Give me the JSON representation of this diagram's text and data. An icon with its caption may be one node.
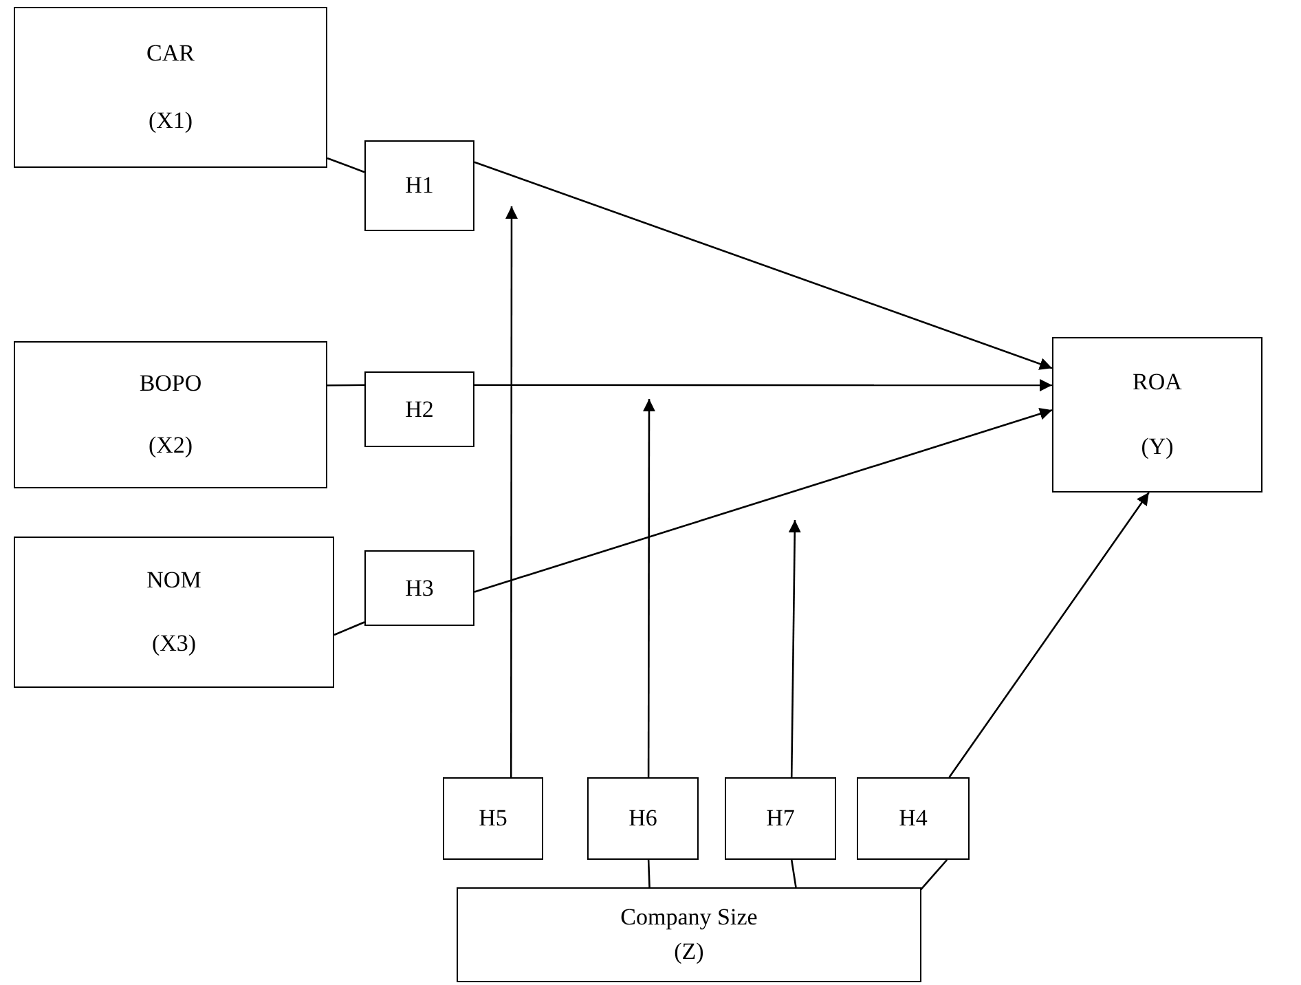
{
  "diagram": {
    "nodes": [
      {
        "text": [
          "CAR",
          "(X1)"
        ]
      },
      {
        "text": [
          "H1"
        ]
      },
      {
        "text": [
          "BOPO",
          "(X2)"
        ]
      },
      {
        "text": [
          "H2"
        ]
      },
      {
        "text": [
          "NOM",
          "(X3)"
        ]
      },
      {
        "text": [
          "H3"
        ]
      },
      {
        "text": [
          "ROA",
          "(Y)"
        ]
      },
      {
        "text": [
          "H5"
        ]
      },
      {
        "text": [
          "H6"
        ]
      },
      {
        "text": [
          "H7"
        ]
      },
      {
        "text": [
          "H4"
        ]
      },
      {
        "text": [
          "Company Size",
          "(Z)"
        ]
      }
    ],
    "edges": [
      {
        "from": 0,
        "to": 1,
        "arrow": "none"
      },
      {
        "from": 1,
        "to": 6,
        "arrow": "to"
      },
      {
        "from": 2,
        "to": 3,
        "arrow": "none"
      },
      {
        "from": 3,
        "to": 6,
        "arrow": "to"
      },
      {
        "from": 4,
        "to": 5,
        "arrow": "none"
      },
      {
        "from": 5,
        "to": 6,
        "arrow": "to"
      },
      {
        "from": 7,
        "to": null,
        "arrow": "to"
      },
      {
        "from": 8,
        "to": null,
        "arrow": "to"
      },
      {
        "from": 9,
        "to": null,
        "arrow": "to"
      },
      {
        "from": 10,
        "to": 6,
        "arrow": "to"
      },
      {
        "from": 11,
        "to": 8,
        "arrow": "none"
      },
      {
        "from": 11,
        "to": 9,
        "arrow": "none"
      },
      {
        "from": 11,
        "to": 10,
        "arrow": "none"
      }
    ]
  }
}
